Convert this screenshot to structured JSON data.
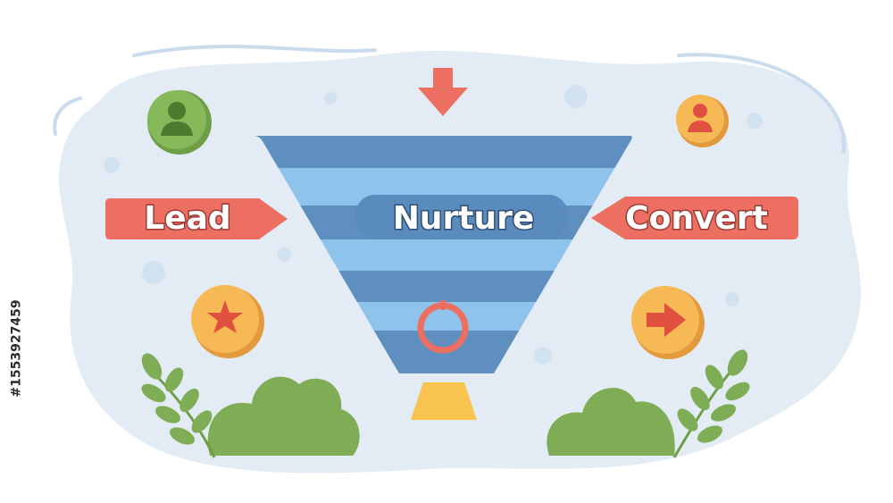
{
  "labels": {
    "lead": "Lead",
    "nurture": "Nurture",
    "convert": "Convert"
  },
  "stock_id": "#1553927459",
  "colors": {
    "blob": "#e3ecf4",
    "funnel_dark": "#5f8fbf",
    "funnel_light": "#8ec3ec",
    "banner": "#ec6f62",
    "accent_orange": "#f7b955",
    "accent_green": "#7fad55",
    "funnel_outlet": "#f8c34f"
  },
  "icons": [
    "user-icon",
    "star-icon",
    "arrow-right-icon",
    "arrow-down-icon",
    "refresh-icon"
  ]
}
